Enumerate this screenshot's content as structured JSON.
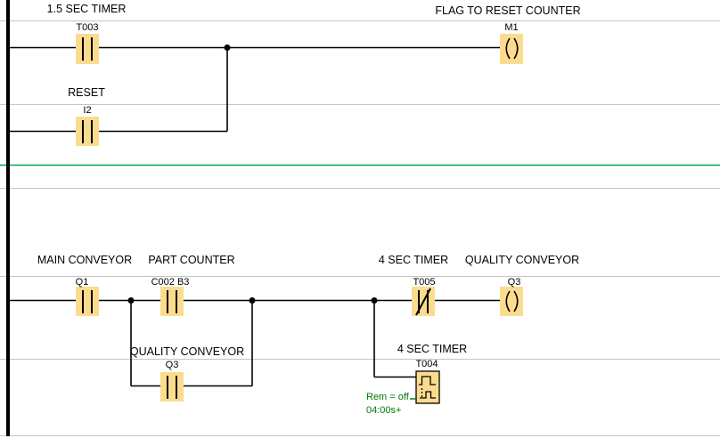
{
  "colors": {
    "highlight": "#fbdc8f",
    "separator-green": "#00a651",
    "grid-gray": "#c4c4c4",
    "annotation-green": "#007a00",
    "wire-black": "#000000"
  },
  "n1": {
    "t003": {
      "comment": "1.5 SEC TIMER",
      "name": "T003"
    },
    "i2": {
      "comment": "RESET",
      "name": "I2"
    },
    "m1": {
      "comment": "FLAG TO RESET COUNTER",
      "name": "M1"
    }
  },
  "n2": {
    "q1": {
      "comment": "MAIN CONVEYOR",
      "name": "Q1"
    },
    "c002": {
      "comment": "PART COUNTER",
      "name": "C002 B3"
    },
    "q3_branch": {
      "comment": "QUALITY CONVEYOR",
      "name": "Q3"
    },
    "t005": {
      "comment": "4 SEC TIMER",
      "name": "T005"
    },
    "q3_coil": {
      "comment": "QUALITY CONVEYOR",
      "name": "Q3"
    },
    "t004": {
      "comment": "4 SEC TIMER",
      "name": "T004",
      "rem": "Rem = off",
      "value": "04:00s+"
    }
  }
}
